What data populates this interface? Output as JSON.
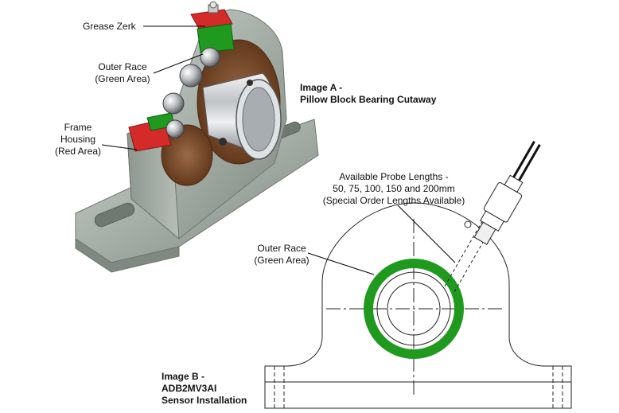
{
  "image_a": {
    "title_line1": "Image A -",
    "title_line2": "Pillow Block Bearing Cutaway",
    "labels": {
      "grease_zerk": "Grease Zerk",
      "outer_race_line1": "Outer Race",
      "outer_race_line2": "(Green Area)",
      "frame_line1": "Frame",
      "frame_line2": "Housing",
      "frame_line3": "(Red Area)"
    }
  },
  "image_b": {
    "title_line1": "Image B -",
    "title_line2": "ADB2MV3AI",
    "title_line3": "Sensor Installation",
    "labels": {
      "probe_line1": "Available Probe Lengths -",
      "probe_line2": "50, 75, 100, 150 and 200mm",
      "probe_line3": "(Special Order Lengths Available)",
      "outer_race_line1": "Outer Race",
      "outer_race_line2": "(Green Area)"
    }
  },
  "colors": {
    "race_green": "#1f9a1f",
    "frame_red": "#d42a2a",
    "housing_grey": "#a9b2ab",
    "bronze": "#7a4a2c"
  }
}
